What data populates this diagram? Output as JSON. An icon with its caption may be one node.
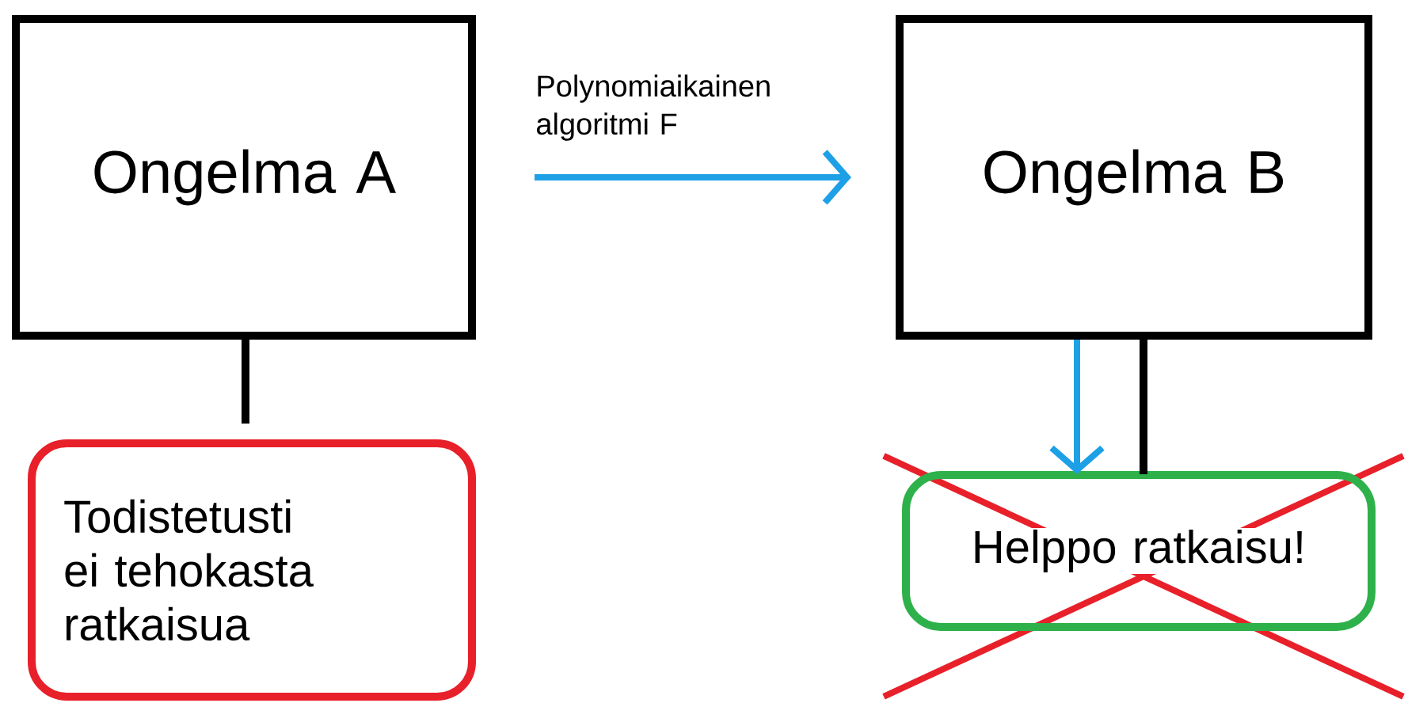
{
  "diagram": {
    "nodes": [
      {
        "text": [
          "Ongelma A"
        ]
      },
      {
        "text": [
          "Ongelma B"
        ]
      },
      {
        "text": [
          "Todistetusti ei tehokasta ratkaisua"
        ]
      },
      {
        "text": [
          "Helppo ratkaisu!"
        ]
      }
    ],
    "edges": [
      {
        "from": 0,
        "to": 1,
        "arrow": "to",
        "label": "Polynomiaikainen algoritmi F",
        "color": "#1ea0e6"
      },
      {
        "from": 0,
        "to": 2,
        "arrow": "none",
        "color": "#000000"
      },
      {
        "from": 1,
        "to": 3,
        "arrow": "to",
        "color": "#1ea0e6"
      },
      {
        "from": 1,
        "to": 3,
        "arrow": "none",
        "color": "#000000"
      }
    ]
  }
}
